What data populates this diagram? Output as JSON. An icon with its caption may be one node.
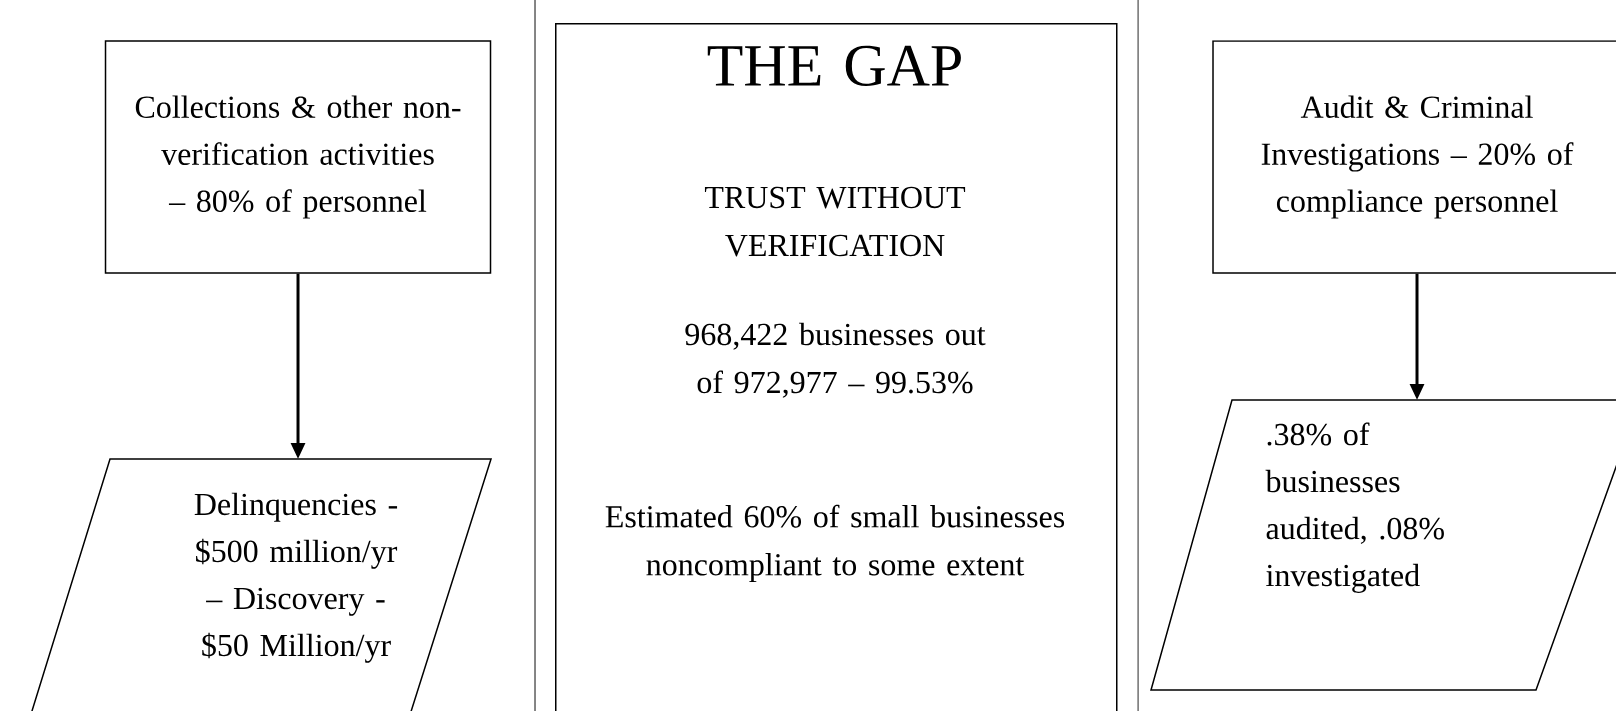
{
  "diagram": {
    "nodes": [
      {
        "text": [
          "Collections & other non-verification activities – 80% of personnel"
        ]
      },
      {
        "text": [
          "Delinquencies - $500 million/yr – Discovery - $50 Million/yr"
        ]
      },
      {
        "text": [
          "THE GAP",
          "TRUST WITHOUT VERIFICATION",
          "968,422 businesses out of 972,977 – 99.53%",
          "Estimated 60% of small businesses noncompliant to some extent"
        ]
      },
      {
        "text": [
          "Audit & Criminal Investigations – 20% of compliance personnel"
        ]
      },
      {
        "text": [
          ".38% of businesses audited, .08% investigated"
        ]
      }
    ],
    "edges": [
      {
        "from": 0,
        "to": 1,
        "arrow": "to"
      },
      {
        "from": 3,
        "to": 4,
        "arrow": "to"
      }
    ]
  }
}
